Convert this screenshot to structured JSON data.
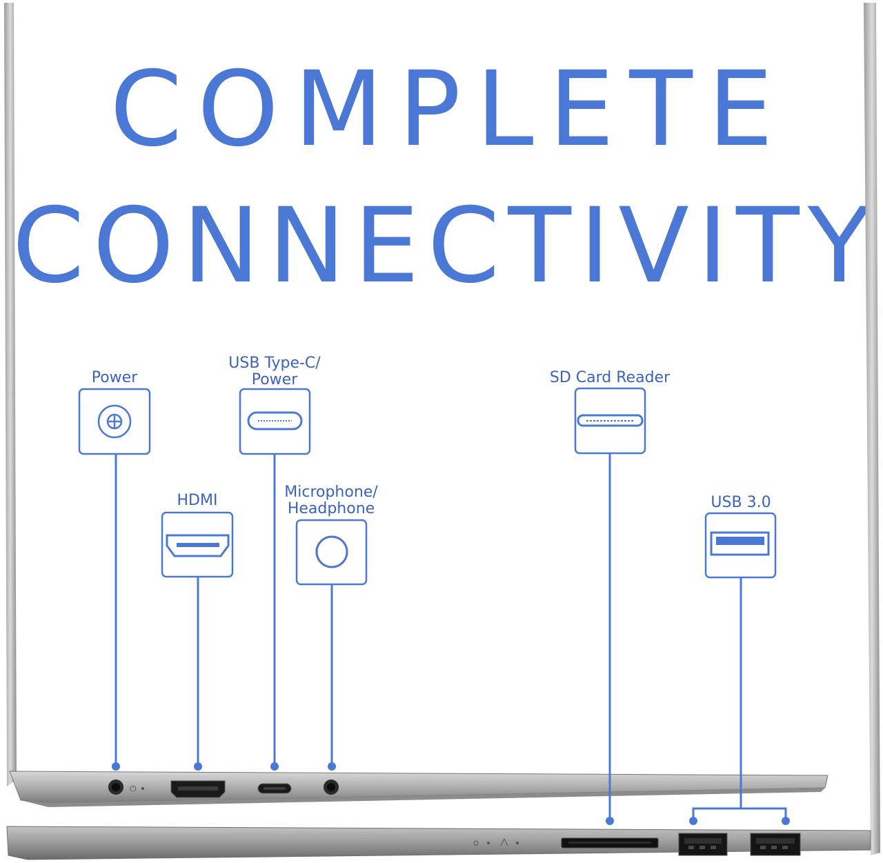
{
  "headline": {
    "line1": "COMPLETE",
    "line2": "CONNECTIVITY"
  },
  "ports": {
    "power": {
      "label": "Power",
      "icon": "power-jack-icon"
    },
    "usb_c": {
      "label_line1": "USB Type-C/",
      "label_line2": "Power",
      "icon": "usb-c-port-icon"
    },
    "hdmi": {
      "label": "HDMI",
      "icon": "hdmi-port-icon"
    },
    "audio": {
      "label_line1": "Microphone/",
      "label_line2": "Headphone",
      "icon": "audio-jack-icon"
    },
    "sd_card": {
      "label": "SD Card Reader",
      "icon": "sd-card-slot-icon"
    },
    "usb3": {
      "label": "USB 3.0",
      "icon": "usb-a-port-icon"
    }
  },
  "colors": {
    "accent": "#4a78d4",
    "label": "#3b63b8",
    "chassis": "#a9a9a9"
  }
}
